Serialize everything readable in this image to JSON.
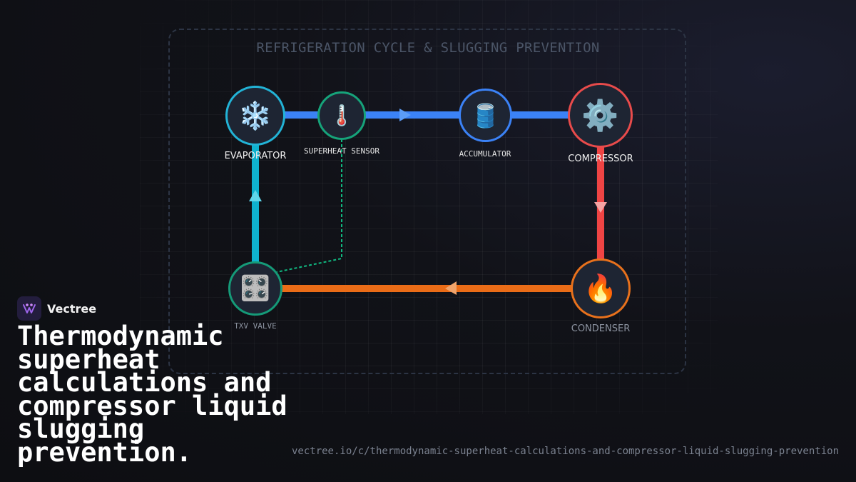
{
  "diagram": {
    "title": "REFRIGERATION CYCLE & SLUGGING PREVENTION",
    "nodes": [
      {
        "id": "evaporator",
        "label": "EVAPORATOR",
        "icon": "snowflake-icon",
        "glyph": "❄️",
        "color": "#22b3d6"
      },
      {
        "id": "superheat-sensor",
        "label": "SUPERHEAT SENSOR",
        "icon": "thermometer-icon",
        "glyph": "🌡️",
        "color": "#16a37a"
      },
      {
        "id": "accumulator",
        "label": "ACCUMULATOR",
        "icon": "oil-drum-icon",
        "glyph": "🛢️",
        "color": "#3b82f6"
      },
      {
        "id": "compressor",
        "label": "COMPRESSOR",
        "icon": "gear-icon",
        "glyph": "⚙️",
        "color": "#e84b4b"
      },
      {
        "id": "condenser",
        "label": "CONDENSER",
        "icon": "fire-icon",
        "glyph": "🔥",
        "color": "#e8711c"
      },
      {
        "id": "txv-valve",
        "label": "TXV VALVE",
        "icon": "control-knobs-icon",
        "glyph": "🎛️",
        "color": "#159a78"
      }
    ],
    "edges": [
      {
        "from": "evaporator",
        "to": "accumulator",
        "color": "#3b82f6",
        "style": "solid"
      },
      {
        "from": "accumulator",
        "to": "compressor",
        "color": "#3b82f6",
        "style": "solid"
      },
      {
        "from": "compressor",
        "to": "condenser",
        "color": "#ef4444",
        "style": "solid"
      },
      {
        "from": "condenser",
        "to": "txv-valve",
        "color": "#f97316",
        "style": "solid"
      },
      {
        "from": "txv-valve",
        "to": "evaporator",
        "color": "#06b6d4",
        "style": "solid"
      },
      {
        "from": "superheat-sensor",
        "to": "txv-valve",
        "color": "#10b981",
        "style": "dashed"
      }
    ]
  },
  "brand": {
    "name": "Vectree"
  },
  "headline": "Thermodynamic superheat calculations and compressor liquid slugging prevention.",
  "url": "vectree.io/c/thermodynamic-superheat-calculations-and-compressor-liquid-slugging-prevention"
}
